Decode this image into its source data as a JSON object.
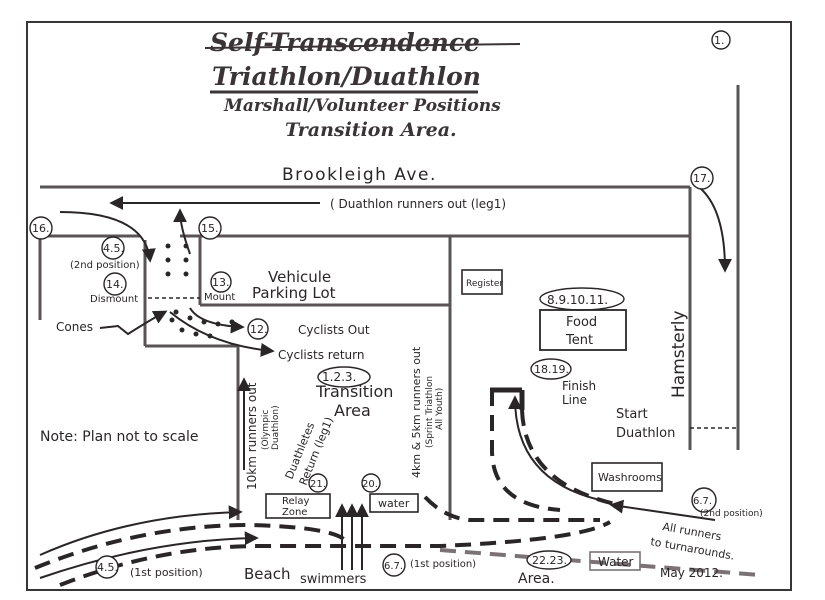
{
  "title_line1": "Self-Transcendence",
  "title_line2": "Triathlon/Duathlon",
  "title_line3": "Marshall/Volunteer Positions",
  "title_line4": "Transition Area.",
  "page_number": "1.",
  "street_brookleigh": "Brookleigh Ave.",
  "street_hamsterly": "Hamsterly",
  "duathlon_out": "( Duathlon runners out (leg1)",
  "parking_lot": [
    "Vehicule",
    "Parking Lot"
  ],
  "register": "Register",
  "food_tent": [
    "Food",
    "Tent"
  ],
  "finish_line": [
    "Finish",
    "Line"
  ],
  "start_duathlon": [
    "Start",
    "Duathlon"
  ],
  "washrooms": "Washrooms",
  "cyclists_out": "Cyclists Out",
  "cyclists_return": "Cyclists return",
  "transition_area": [
    "Transition",
    "Area"
  ],
  "cones": "Cones",
  "mount": "Mount",
  "dismount": "Dismount",
  "second_position": "(2nd position)",
  "note": "Note: Plan not to scale",
  "runners_10km": [
    "10km runners out",
    "(Olympic",
    "Duathlon)"
  ],
  "duathletes_return": [
    "Duathletes",
    "Return (leg1)"
  ],
  "runners_4km": [
    "4km & 5km runners out",
    "(Sprint Triathlon",
    "All Youth)"
  ],
  "relay_zone": [
    "Relay",
    "Zone"
  ],
  "water": "water",
  "water2": "Water",
  "beach": "Beach",
  "swimmers": "swimmers",
  "first_position": "(1st position)",
  "all_runners": [
    "All runners",
    "to turnarounds."
  ],
  "area": "Area.",
  "date": "May 2012.",
  "markers": {
    "m1": "1.2.3.",
    "m4": "4.5.",
    "m4b": "4.5.",
    "m6": "6.7.",
    "m6b": "6.7.",
    "m8": "8.9.10.11.",
    "m12": "12.",
    "m13": "13.",
    "m14": "14.",
    "m15": "15.",
    "m16": "16.",
    "m17": "17.",
    "m18": "18.19.",
    "m20": "20.",
    "m21": "21.",
    "m22": "22.23."
  }
}
